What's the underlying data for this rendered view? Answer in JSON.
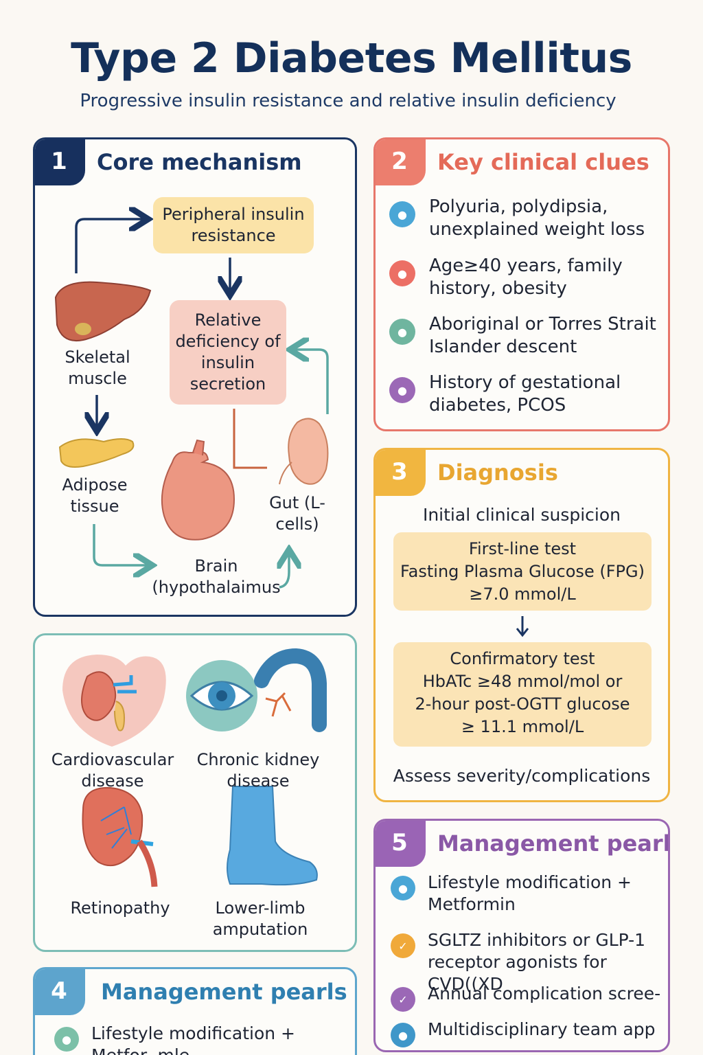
{
  "header": {
    "title": "Type 2 Diabetes Mellitus",
    "subtitle": "Progressive insulin resistance and relative insulin deficiency"
  },
  "mechanism": {
    "number": "1",
    "title": "Core mechanism",
    "peripheral_resistance": "Peripheral insulin resistance",
    "relative_deficiency": "Relative deficiency of insulin secretion",
    "skeletal_muscle": "Skeletal muscle",
    "adipose_tissue": "Adipose tissue",
    "brain": "Brain (hypothalaimus",
    "gut": "Gut (L-cells)",
    "colors": {
      "accent": "#1a3562",
      "resistance_fill": "#fbe3a8",
      "deficiency_fill": "#f7cfc4",
      "teal_arrow": "#5aa8a2",
      "orange_line": "#c8643f"
    }
  },
  "clinical_clues": {
    "number": "2",
    "title": "Key clinical clues",
    "items": [
      {
        "text": "Polyuria, polydipsia, unexplained weight loss",
        "icon": "drop-icon",
        "color": "#4aa6d6"
      },
      {
        "text": "Age≥40 years, family history, obesity",
        "icon": "person-icon",
        "color": "#ec6f65"
      },
      {
        "text": "Aboriginal or Torres Strait Islander descent",
        "icon": "leaf-icon",
        "color": "#6fb59f"
      },
      {
        "text": "History of gestational diabetes, PCOS",
        "icon": "drop-icon",
        "color": "#9b68b6"
      }
    ]
  },
  "diagnosis": {
    "number": "3",
    "title": "Diagnosis",
    "initial": "Initial clinical suspicion",
    "first_line": [
      "First-line test",
      "Fasting Plasma Glucose (FPG)",
      "≥7.0 mmol/L"
    ],
    "confirmatory": [
      "Confirmatory test",
      "HbATc ≥48 mmol/mol  or",
      "2-hour post-OGTT glucose",
      "≥ 11.1 mmol/L"
    ],
    "assess": "Assess severity/complications"
  },
  "complications": {
    "items": [
      {
        "label": "Cardiovascular disease",
        "icon": "kidney-icon"
      },
      {
        "label": "Chronic kidney disease",
        "icon": "eye-icon"
      },
      {
        "label": "Retinopathy",
        "icon": "kidney-icon"
      },
      {
        "label": "Lower-limb amputation",
        "icon": "foot-icon"
      }
    ]
  },
  "management_left": {
    "number": "4",
    "title": "Management pearls",
    "items": [
      {
        "text": "Lifestyle modification + Metfor- mle",
        "icon": "drop-icon",
        "color": "#7cc0a8"
      }
    ]
  },
  "management_right": {
    "number": "5",
    "title": "Management pearls",
    "items": [
      {
        "text": "Lifestyle modification + Metformin",
        "icon": "drop-icon",
        "color": "#4aa6d6"
      },
      {
        "text": "SGLTZ inhibitors or GLP-1 receptor agonists for CVD((XD",
        "icon": "check-icon",
        "color": "#f0a93a"
      },
      {
        "text": "Annual complication scree-",
        "icon": "check-icon",
        "color": "#9b68b6"
      },
      {
        "text": "Multidisciplinary team app",
        "icon": "person-icon",
        "color": "#3f97c9"
      }
    ]
  }
}
